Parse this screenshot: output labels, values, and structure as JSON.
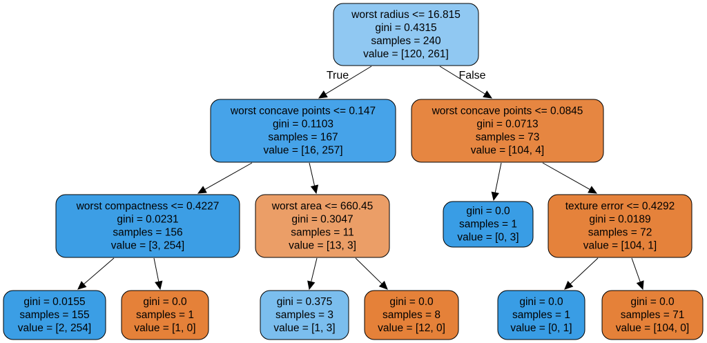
{
  "nodes": [
    {
      "id": "n0",
      "lines": [
        "worst radius <= 16.815",
        "gini = 0.4315",
        "samples = 240",
        "value = [120, 261]"
      ],
      "fill": "#90c8f2"
    },
    {
      "id": "n1",
      "lines": [
        "worst concave points <= 0.147",
        "gini = 0.1103",
        "samples = 167",
        "value = [16, 257]"
      ],
      "fill": "#46a3e9"
    },
    {
      "id": "n2",
      "lines": [
        "worst concave points <= 0.0845",
        "gini = 0.0713",
        "samples = 73",
        "value = [104, 4]"
      ],
      "fill": "#e68641"
    },
    {
      "id": "n3",
      "lines": [
        "worst compactness <= 0.4227",
        "gini = 0.0231",
        "samples = 156",
        "value = [3, 254]"
      ],
      "fill": "#3c9ee5"
    },
    {
      "id": "n4",
      "lines": [
        "worst area <= 660.45",
        "gini = 0.3047",
        "samples = 11",
        "value = [13, 3]"
      ],
      "fill": "#eb9e67"
    },
    {
      "id": "n5",
      "lines": [
        "gini = 0.0",
        "samples = 1",
        "value = [0, 3]"
      ],
      "fill": "#399de5"
    },
    {
      "id": "n6",
      "lines": [
        "texture error <= 0.4292",
        "gini = 0.0189",
        "samples = 72",
        "value = [104, 1]"
      ],
      "fill": "#e5823b"
    },
    {
      "id": "n7",
      "lines": [
        "gini = 0.0155",
        "samples = 155",
        "value = [2, 254]"
      ],
      "fill": "#3b9ee5"
    },
    {
      "id": "n8",
      "lines": [
        "gini = 0.0",
        "samples = 1",
        "value = [1, 0]"
      ],
      "fill": "#e58139"
    },
    {
      "id": "n9",
      "lines": [
        "gini = 0.375",
        "samples = 3",
        "value = [1, 3]"
      ],
      "fill": "#7bbeee"
    },
    {
      "id": "n10",
      "lines": [
        "gini = 0.0",
        "samples = 8",
        "value = [12, 0]"
      ],
      "fill": "#e58139"
    },
    {
      "id": "n11",
      "lines": [
        "gini = 0.0",
        "samples = 1",
        "value = [0, 1]"
      ],
      "fill": "#399de5"
    },
    {
      "id": "n12",
      "lines": [
        "gini = 0.0",
        "samples = 71",
        "value = [104, 0]"
      ],
      "fill": "#e58139"
    }
  ],
  "edges": [
    {
      "from": "n0",
      "to": "n1",
      "label": "True"
    },
    {
      "from": "n0",
      "to": "n2",
      "label": "False"
    },
    {
      "from": "n1",
      "to": "n3",
      "label": ""
    },
    {
      "from": "n1",
      "to": "n4",
      "label": ""
    },
    {
      "from": "n2",
      "to": "n5",
      "label": ""
    },
    {
      "from": "n2",
      "to": "n6",
      "label": ""
    },
    {
      "from": "n3",
      "to": "n7",
      "label": ""
    },
    {
      "from": "n3",
      "to": "n8",
      "label": ""
    },
    {
      "from": "n4",
      "to": "n9",
      "label": ""
    },
    {
      "from": "n4",
      "to": "n10",
      "label": ""
    },
    {
      "from": "n6",
      "to": "n11",
      "label": ""
    },
    {
      "from": "n6",
      "to": "n12",
      "label": ""
    }
  ]
}
